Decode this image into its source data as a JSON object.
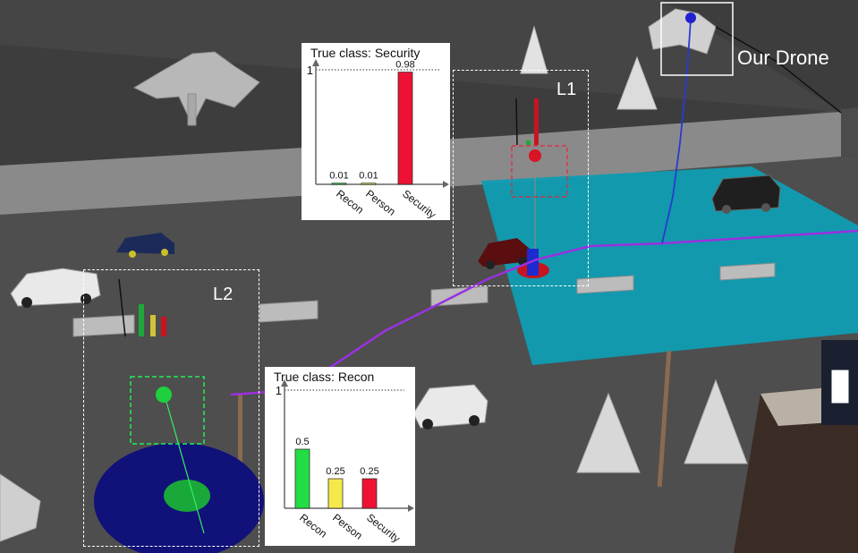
{
  "labels": {
    "drone": "Our Drone",
    "l1": "L1",
    "l2": "L2"
  },
  "colors": {
    "recon": "#22dd44",
    "person": "#f5e94a",
    "security": "#ee1133",
    "track": "#9b30e0",
    "blue_track": "#2a3ad0",
    "pad": "#0e9bb0"
  },
  "chart_data": [
    {
      "type": "bar",
      "title": "True class: Security",
      "categories": [
        "Recon",
        "Person",
        "Security"
      ],
      "values": [
        0.01,
        0.01,
        0.98
      ],
      "value_labels": [
        "0.01",
        "0.01",
        "0.98"
      ],
      "ylim": [
        0,
        1
      ],
      "ytick": "1"
    },
    {
      "type": "bar",
      "title": "True class: Recon",
      "categories": [
        "Recon",
        "Person",
        "Security"
      ],
      "values": [
        0.5,
        0.25,
        0.25
      ],
      "value_labels": [
        "0.5",
        "0.25",
        "0.25"
      ],
      "ylim": [
        0,
        1
      ],
      "ytick": "1"
    }
  ]
}
